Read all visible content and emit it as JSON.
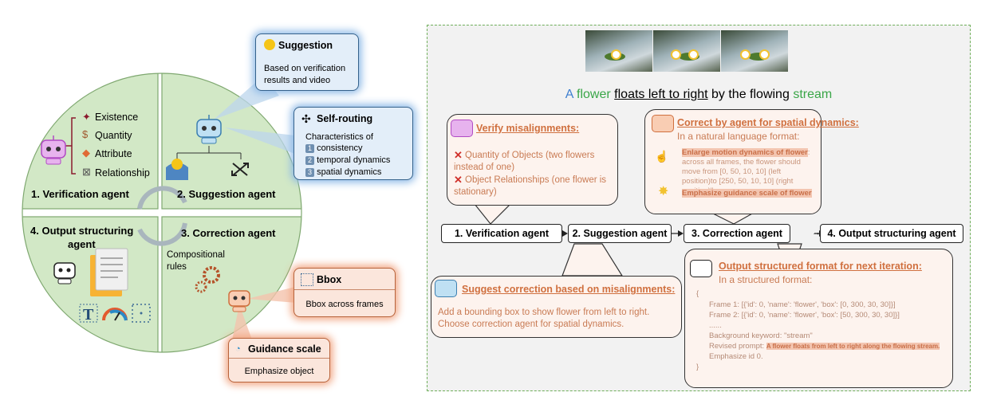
{
  "left": {
    "agents": {
      "verification": "1. Verification agent",
      "suggestion": "2. Suggestion agent",
      "correction": "3. Correction agent",
      "output_line1": "4. Output structuring",
      "output_line2": "agent"
    },
    "verification_items": [
      "Existence",
      "Quantity",
      "Attribute",
      "Relationship"
    ],
    "compositional_line1": "Compositional",
    "compositional_line2": "rules",
    "colors": {
      "quadrant": "#d2e8c6",
      "quadrant_border": "#7fa870"
    }
  },
  "callouts": {
    "suggestion": {
      "title": "Suggestion",
      "body": "Based on verification results and video"
    },
    "self_routing": {
      "title": "Self-routing",
      "intro": "Characteristics of",
      "items": [
        {
          "num": "1",
          "text": "consistency"
        },
        {
          "num": "2",
          "text": "temporal dynamics"
        },
        {
          "num": "3",
          "text": "spatial dynamics"
        }
      ]
    },
    "bbox": {
      "title": "Bbox",
      "body": "Bbox across frames"
    },
    "guidance": {
      "title": "Guidance scale",
      "body": "Emphasize object"
    }
  },
  "right": {
    "prompt": {
      "a": "A",
      "flower": "flower",
      "floats": "floats left to right",
      "by": "by the flowing",
      "stream": "stream"
    },
    "verify": {
      "title": "Verify misalignments:",
      "item1": "Quantity of Objects (two flowers instead of one)",
      "item2": "Object Relationships (one flower is stationary)"
    },
    "correct": {
      "title": "Correct by agent for spatial dynamics:",
      "subtitle": "In a natural language format:",
      "enlarge_hl": "Enlarge motion dynamics of flower",
      "enlarge_rest": ": across all frames, the flower should move from [0, 50, 10, 10] (left position)to [250, 50, 10, 10] (right position)\"",
      "emphasize_hl": "Emphasize guidance scale of flower"
    },
    "steps": [
      "1. Verification agent",
      "2. Suggestion agent",
      "3. Correction agent",
      "4. Output structuring agent"
    ],
    "suggest": {
      "title": "Suggest correction based on misalignments:",
      "body": "Add a bounding box to show flower from left to right. Choose correction agent for spatial dynamics."
    },
    "output": {
      "title": "Output structured format for next iteration:",
      "subtitle": "In a structured format:",
      "open": "{",
      "frame1": "Frame 1: [{'id': 0, 'name': 'flower', 'box': [0, 300, 30, 30]}]",
      "frame2": "Frame 2: [{'id': 0, 'name': 'flower', 'box': [50, 300, 30, 30]}]",
      "dots": "......",
      "background": "Background keyword: \"stream\"",
      "revised_label": "Revised prompt:",
      "revised_hl": "A flower floats from left to right along the flowing stream.",
      "emphasize": "Emphasize id 0.",
      "close": "}"
    },
    "colors": {
      "panel_bg": "#f2f2f2",
      "panel_border": "#6fae5a",
      "box_bg": "#fdf3ee",
      "accent": "#d0703f"
    }
  }
}
